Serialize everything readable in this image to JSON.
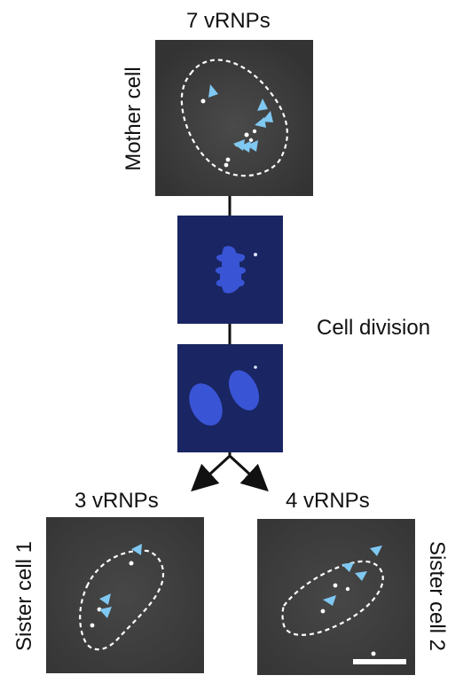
{
  "figure": {
    "mother": {
      "count_label": "7 vRNPs",
      "side_label": "Mother cell",
      "arrowheads": 7
    },
    "division": {
      "label": "Cell division"
    },
    "sister1": {
      "count_label": "3 vRNPs",
      "side_label": "Sister cell 1",
      "arrowheads": 3
    },
    "sister2": {
      "count_label": "4 vRNPs",
      "side_label": "Sister cell 2",
      "arrowheads": 4
    }
  },
  "colors": {
    "arrowhead": "#7fc8f2",
    "nucleus": "#3a54d6",
    "blue_background": "#17235c",
    "gray_background": "#3b3b3b",
    "outline": "#ffffff"
  }
}
